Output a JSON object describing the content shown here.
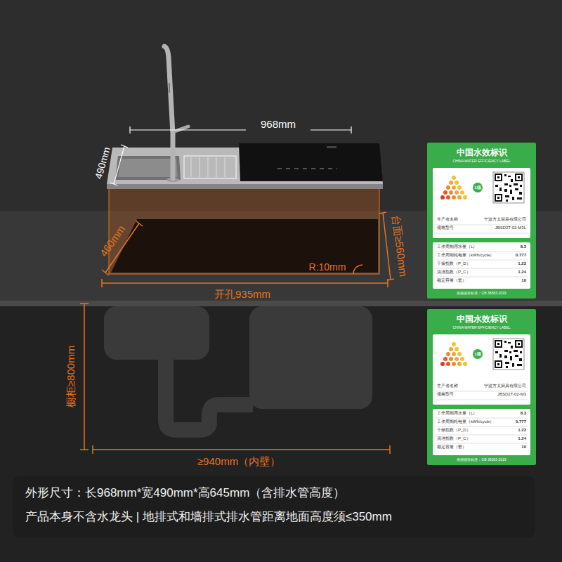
{
  "diagram": {
    "nodes": [
      {
        "text": [
          "中国水效标识",
          "CHINA WATER EFFICIENCY LABEL",
          "依据国家标准：GB 38383-2019"
        ]
      },
      {
        "text": [
          "1级",
          "生产者名称",
          "宁波方太厨具有限公司",
          "规格型号",
          "JBSD2T-02-M3L"
        ],
        "in": 0
      },
      {
        "text": [
          "工作周期用水量（L）",
          "8.3",
          "工作周期耗电量（kWh/cycle）",
          "0.777",
          "干燥指数（P_D）",
          "1.22",
          "清洁指数（P_C）",
          "1.24",
          "额定容量（套）",
          "10"
        ],
        "in": 0
      },
      {
        "text": [
          "中国水效标识",
          "CHINA WATER EFFICIENCY LABEL",
          "依据国家标准：GB 38383-2019"
        ]
      },
      {
        "text": [
          "1级",
          "生产者名称",
          "宁波方太厨具有限公司",
          "规格型号",
          "JBSD2T-02-M3"
        ],
        "in": 3
      },
      {
        "text": [
          "工作周期用水量（L）",
          "8.3",
          "工作周期耗电量（kWh/cycle）",
          "0.777",
          "干燥指数（P_D）",
          "1.22",
          "清洁指数（P_C）",
          "1.24",
          "额定容量（套）",
          "10"
        ],
        "in": 3
      },
      {
        "text": [
          "外形尺寸：长968mm*宽490mm*高645mm（含排水管高度）",
          "产品本身不含水龙头 | 地排式和墙排式排水管距离地面高度须≤350mm"
        ]
      }
    ],
    "labels": [
      "968mm",
      "490mm",
      "460mm",
      "台面≥560mm",
      "R:10mm",
      "开孔935mm",
      "橱柜≥800mm",
      "≥940mm（内壁）"
    ]
  }
}
